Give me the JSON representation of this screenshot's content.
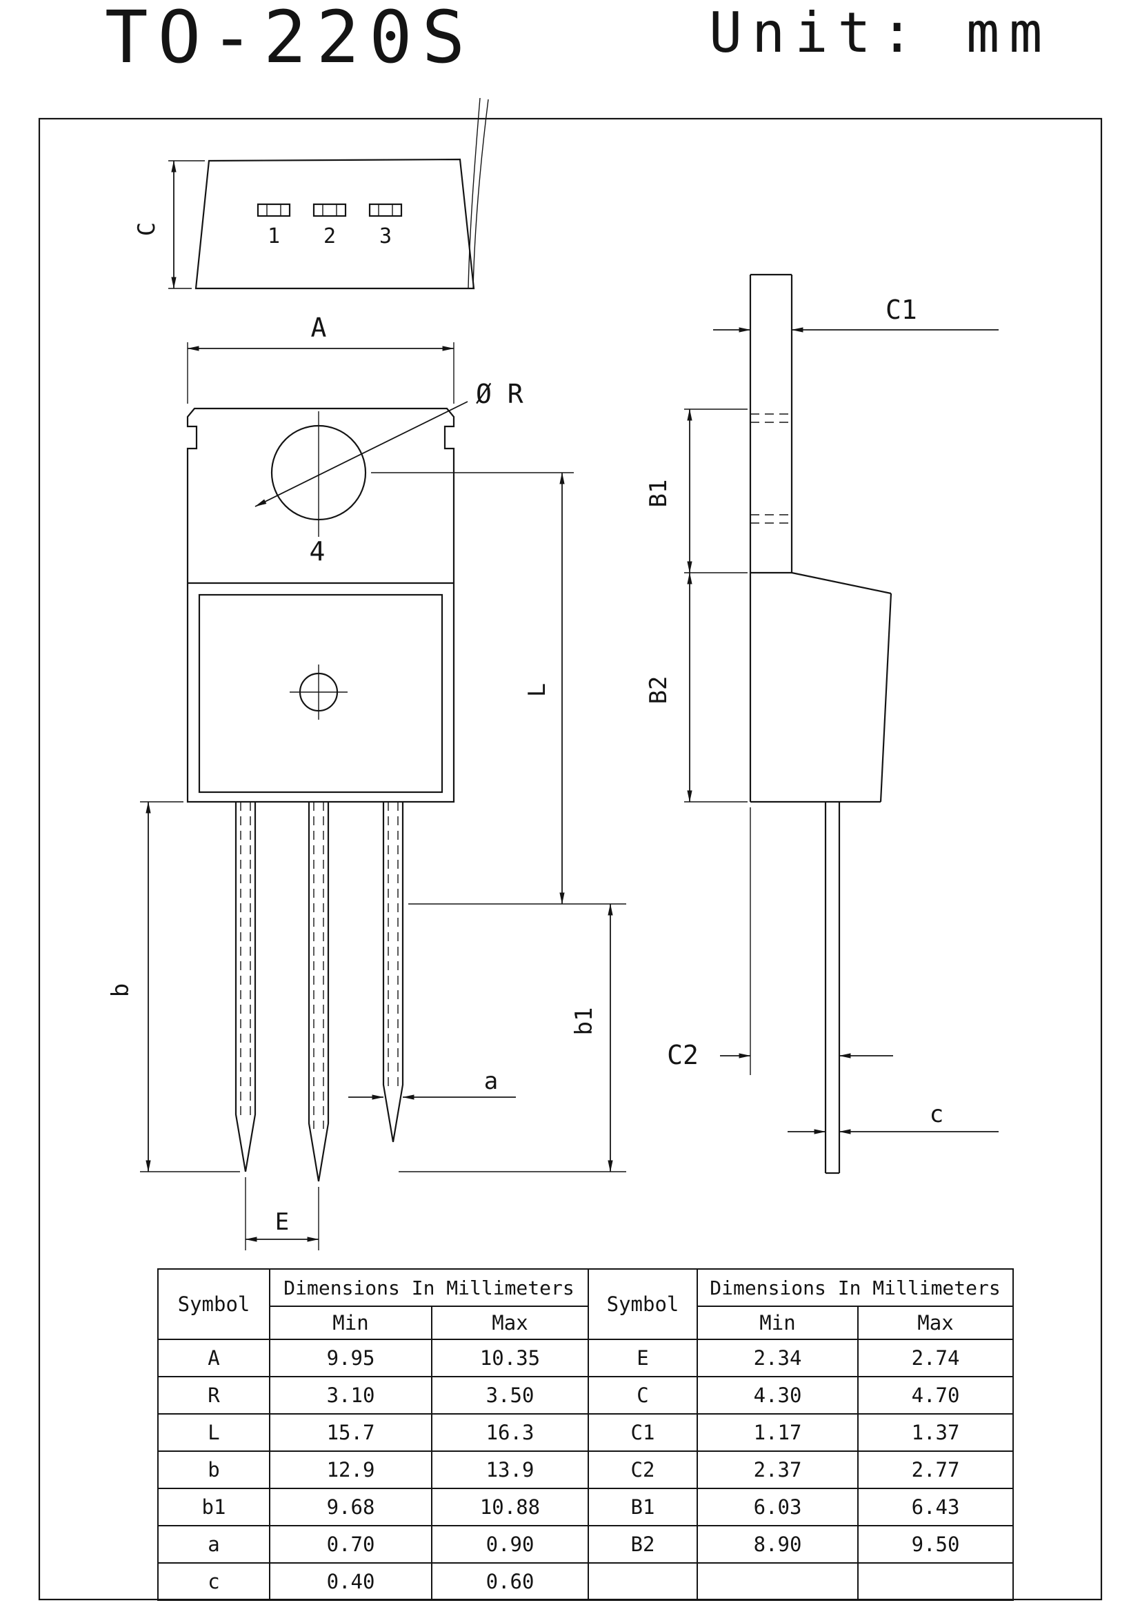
{
  "page": {
    "title": "TO-220S",
    "unit": "Unit: mm"
  },
  "colors": {
    "ink": "#141414",
    "paper": "#ffffff"
  },
  "views": {
    "top": {
      "dim_c": "C",
      "pin_numbers": [
        "1",
        "2",
        "3"
      ]
    },
    "front": {
      "dim_a": "A",
      "dim_r": "Ø R",
      "pin4": "4",
      "dim_l": "L",
      "dim_b": "b",
      "dim_b1": "b1",
      "dim_lead_width": "a",
      "dim_pitch": "E"
    },
    "side": {
      "dim_c1": "C1",
      "dim_b1": "B1",
      "dim_b2": "B2",
      "dim_c2": "C2",
      "dim_lead_thickness": "c"
    }
  },
  "table": {
    "header_symbol": "Symbol",
    "header_dims": "Dimensions In Millimeters",
    "header_min": "Min",
    "header_max": "Max",
    "rows": [
      {
        "s1": "A",
        "min1": "9.95",
        "max1": "10.35",
        "s2": "E",
        "min2": "2.34",
        "max2": "2.74"
      },
      {
        "s1": "R",
        "min1": "3.10",
        "max1": "3.50",
        "s2": "C",
        "min2": "4.30",
        "max2": "4.70"
      },
      {
        "s1": "L",
        "min1": "15.7",
        "max1": "16.3",
        "s2": "C1",
        "min2": "1.17",
        "max2": "1.37"
      },
      {
        "s1": "b",
        "min1": "12.9",
        "max1": "13.9",
        "s2": "C2",
        "min2": "2.37",
        "max2": "2.77"
      },
      {
        "s1": "b1",
        "min1": "9.68",
        "max1": "10.88",
        "s2": "B1",
        "min2": "6.03",
        "max2": "6.43"
      },
      {
        "s1": "a",
        "min1": "0.70",
        "max1": "0.90",
        "s2": "B2",
        "min2": "8.90",
        "max2": "9.50"
      },
      {
        "s1": "c",
        "min1": "0.40",
        "max1": "0.60",
        "s2": "",
        "min2": "",
        "max2": ""
      }
    ]
  }
}
